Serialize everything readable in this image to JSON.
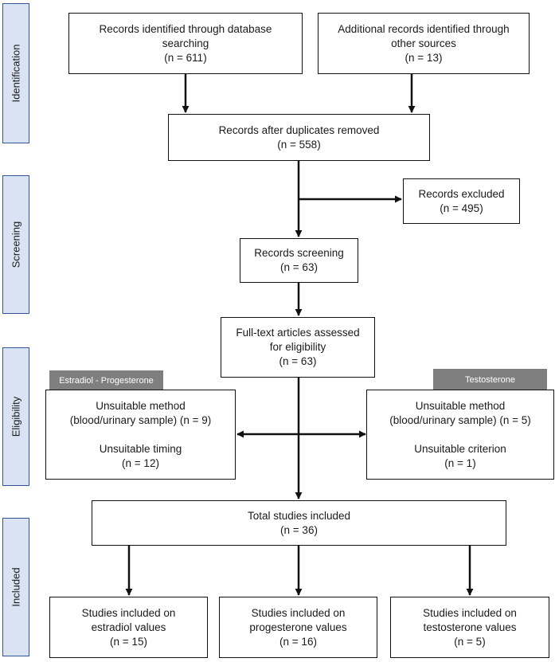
{
  "stages": {
    "identification": "Identification",
    "screening": "Screening",
    "eligibility": "Eligibility",
    "included": "Included"
  },
  "boxes": {
    "database": {
      "lines": [
        "Records identified through database",
        "searching",
        "(n = 611)"
      ]
    },
    "other_sources": {
      "lines": [
        "Additional records identified through",
        "other sources",
        "(n = 13)"
      ]
    },
    "after_duplicates": {
      "lines": [
        "Records after duplicates removed",
        "(n = 558)"
      ]
    },
    "excluded": {
      "lines": [
        "Records excluded",
        "(n = 495)"
      ]
    },
    "screening": {
      "lines": [
        "Records screening",
        "(n = 63)"
      ]
    },
    "full_text": {
      "lines": [
        "Full-text articles assessed",
        "for eligibility",
        "(n = 63)"
      ]
    },
    "excluded_left": {
      "tab": "Estradiol - Progesterone",
      "lines": [
        "Unsuitable method",
        "(blood/urinary sample) (n = 9)",
        "",
        "Unsuitable timing",
        "(n = 12)"
      ]
    },
    "excluded_right": {
      "tab": "Testosterone",
      "lines": [
        "Unsuitable method",
        "(blood/urinary sample) (n = 5)",
        "",
        "Unsuitable criterion",
        "(n = 1)"
      ]
    },
    "total": {
      "lines": [
        "Total studies included",
        "(n = 36)"
      ]
    },
    "estradiol": {
      "lines": [
        "Studies included on",
        "estradiol values",
        "(n = 15)"
      ]
    },
    "progesterone": {
      "lines": [
        "Studies included on",
        "progesterone values",
        "(n = 16)"
      ]
    },
    "testosterone": {
      "lines": [
        "Studies included on",
        "testosterone values",
        "(n = 5)"
      ]
    }
  }
}
